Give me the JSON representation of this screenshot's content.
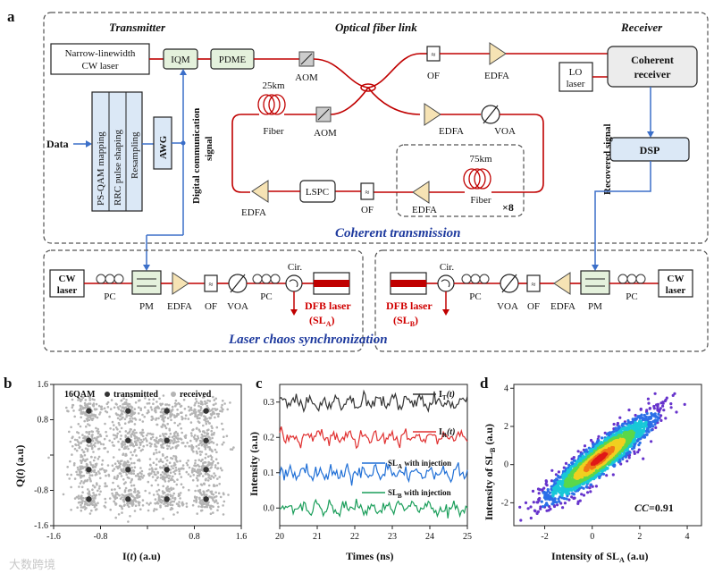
{
  "panel_a": {
    "letter": "a",
    "section_transmitter": "Transmitter",
    "section_link": "Optical fiber link",
    "section_receiver": "Receiver",
    "narrow_laser_line1": "Narrow-linewidth",
    "narrow_laser_line2": "CW laser",
    "iqm": "IQM",
    "pdme": "PDME",
    "data": "Data",
    "ps_qam": "PS-QAM mapping",
    "rrc": "RRC pulse shaping",
    "resampling": "Resampling",
    "awg": "AWG",
    "digital_signal_line1": "Digital communication",
    "digital_signal_line2": "signal",
    "aom_top": "AOM",
    "aom_mid": "AOM",
    "fiber_25km": "25km",
    "fiber_label": "Fiber",
    "of_top": "OF",
    "edfa_top": "EDFA",
    "edfa_mid": "EDFA",
    "voa_mid": "VOA",
    "lspc": "LSPC",
    "of_bottom": "OF",
    "edfa_left": "EDFA",
    "edfa_loop": "EDFA",
    "fiber_75km": "75km",
    "fiber_loop": "Fiber",
    "times8": "×8",
    "lo_line1": "LO",
    "lo_line2": "laser",
    "coherent_line1": "Coherent",
    "coherent_line2": "receiver",
    "recovered_signal": "Recovered signal",
    "dsp": "DSP",
    "coherent_transmission": "Coherent transmission",
    "cw_line1": "CW",
    "cw_line2": "laser",
    "pc": "PC",
    "pm": "PM",
    "edfa": "EDFA",
    "of": "OF",
    "voa": "VOA",
    "cir": "Cir.",
    "dfb_laser": "DFB laser",
    "sl": "SL",
    "sub_a": "A",
    "sub_b": "B",
    "laser_chaos_sync": "Laser chaos synchronization"
  },
  "panel_b": {
    "letter": "b",
    "legend_qam": "16QAM",
    "legend_transmitted": "transmitted",
    "legend_received": "received",
    "ylabel_q": "Q(",
    "ylabel_t": "t",
    "ylabel_end": ") (a.u)",
    "xlabel_i": "I(",
    "xlabel_t": "t",
    "xlabel_end": ") (a.u)",
    "colors": {
      "transmitted": "#333333",
      "received": "#b4b4b4"
    }
  },
  "panel_c": {
    "letter": "c",
    "ylabel": "Intensity (a.u)",
    "xlabel": "Times (ns)",
    "legend_it": "I",
    "legend_it_sub": "T",
    "legend_ir": "I",
    "legend_ir_sub": "R",
    "legend_t": "(t)",
    "legend_sla": "SL",
    "legend_sla_sub": "A",
    "legend_slb": "SL",
    "legend_slb_sub": "B",
    "legend_with_injection": " with injection",
    "colors": [
      "#333333",
      "#e03030",
      "#1f6fd6",
      "#1a9e5a"
    ]
  },
  "panel_d": {
    "letter": "d",
    "ylabel": "Intensity of SL",
    "ylabel_sub": "B",
    "ylabel_end": " (a.u)",
    "xlabel": "Intensity of SL",
    "xlabel_sub": "A",
    "xlabel_end": " (a.u)",
    "cc_label": "CC",
    "cc_value": "=0.91"
  },
  "watermark": "大数跨境",
  "chart_data": [
    {
      "type": "scatter",
      "panel": "b",
      "series": [
        {
          "name": "transmitted",
          "x": [
            -1,
            -1,
            -1,
            -1,
            -0.33,
            -0.33,
            -0.33,
            -0.33,
            0.33,
            0.33,
            0.33,
            0.33,
            1,
            1,
            1,
            1
          ],
          "y": [
            -1,
            -0.33,
            0.33,
            1,
            -1,
            -0.33,
            0.33,
            1,
            -1,
            -0.33,
            0.33,
            1,
            -1,
            -0.33,
            0.33,
            1
          ]
        },
        {
          "name": "received",
          "note": "noisy cloud around each transmitted constellation point"
        }
      ],
      "xlim": [
        -1.6,
        1.6
      ],
      "ylim": [
        -1.6,
        1.6
      ],
      "xticks": [
        -1.6,
        -0.8,
        0,
        0.8,
        1.6
      ],
      "yticks": [
        -1.6,
        -0.8,
        0,
        0.8,
        1.6
      ],
      "xlabel": "I(t) (a.u)",
      "ylabel": "Q(t) (a.u)",
      "legend": "top"
    },
    {
      "type": "line",
      "panel": "c",
      "x_range": [
        20,
        25
      ],
      "series": [
        {
          "name": "IT(t)",
          "offset": 0.3
        },
        {
          "name": "IR(t)",
          "offset": 0.2
        },
        {
          "name": "SLA with injection",
          "offset": 0.1
        },
        {
          "name": "SLB with injection",
          "offset": 0.0
        }
      ],
      "xlim": [
        20,
        25
      ],
      "ylim": [
        -0.05,
        0.35
      ],
      "xticks": [
        20,
        21,
        22,
        23,
        24,
        25
      ],
      "yticks": [
        0.0,
        0.1,
        0.2,
        0.3
      ],
      "xlabel": "Times (ns)",
      "ylabel": "Intensity (a.u)",
      "legend": "right"
    },
    {
      "type": "scatter",
      "panel": "d",
      "correlation": 0.91,
      "xlim": [
        -3.3,
        4.6
      ],
      "ylim": [
        -3.2,
        4.2
      ],
      "xticks": [
        -2,
        0,
        2,
        4
      ],
      "yticks": [
        -2,
        0,
        2,
        4
      ],
      "xlabel": "Intensity of SLA (a.u)",
      "ylabel": "Intensity of SLB (a.u)",
      "annotation": "CC=0.91"
    }
  ]
}
